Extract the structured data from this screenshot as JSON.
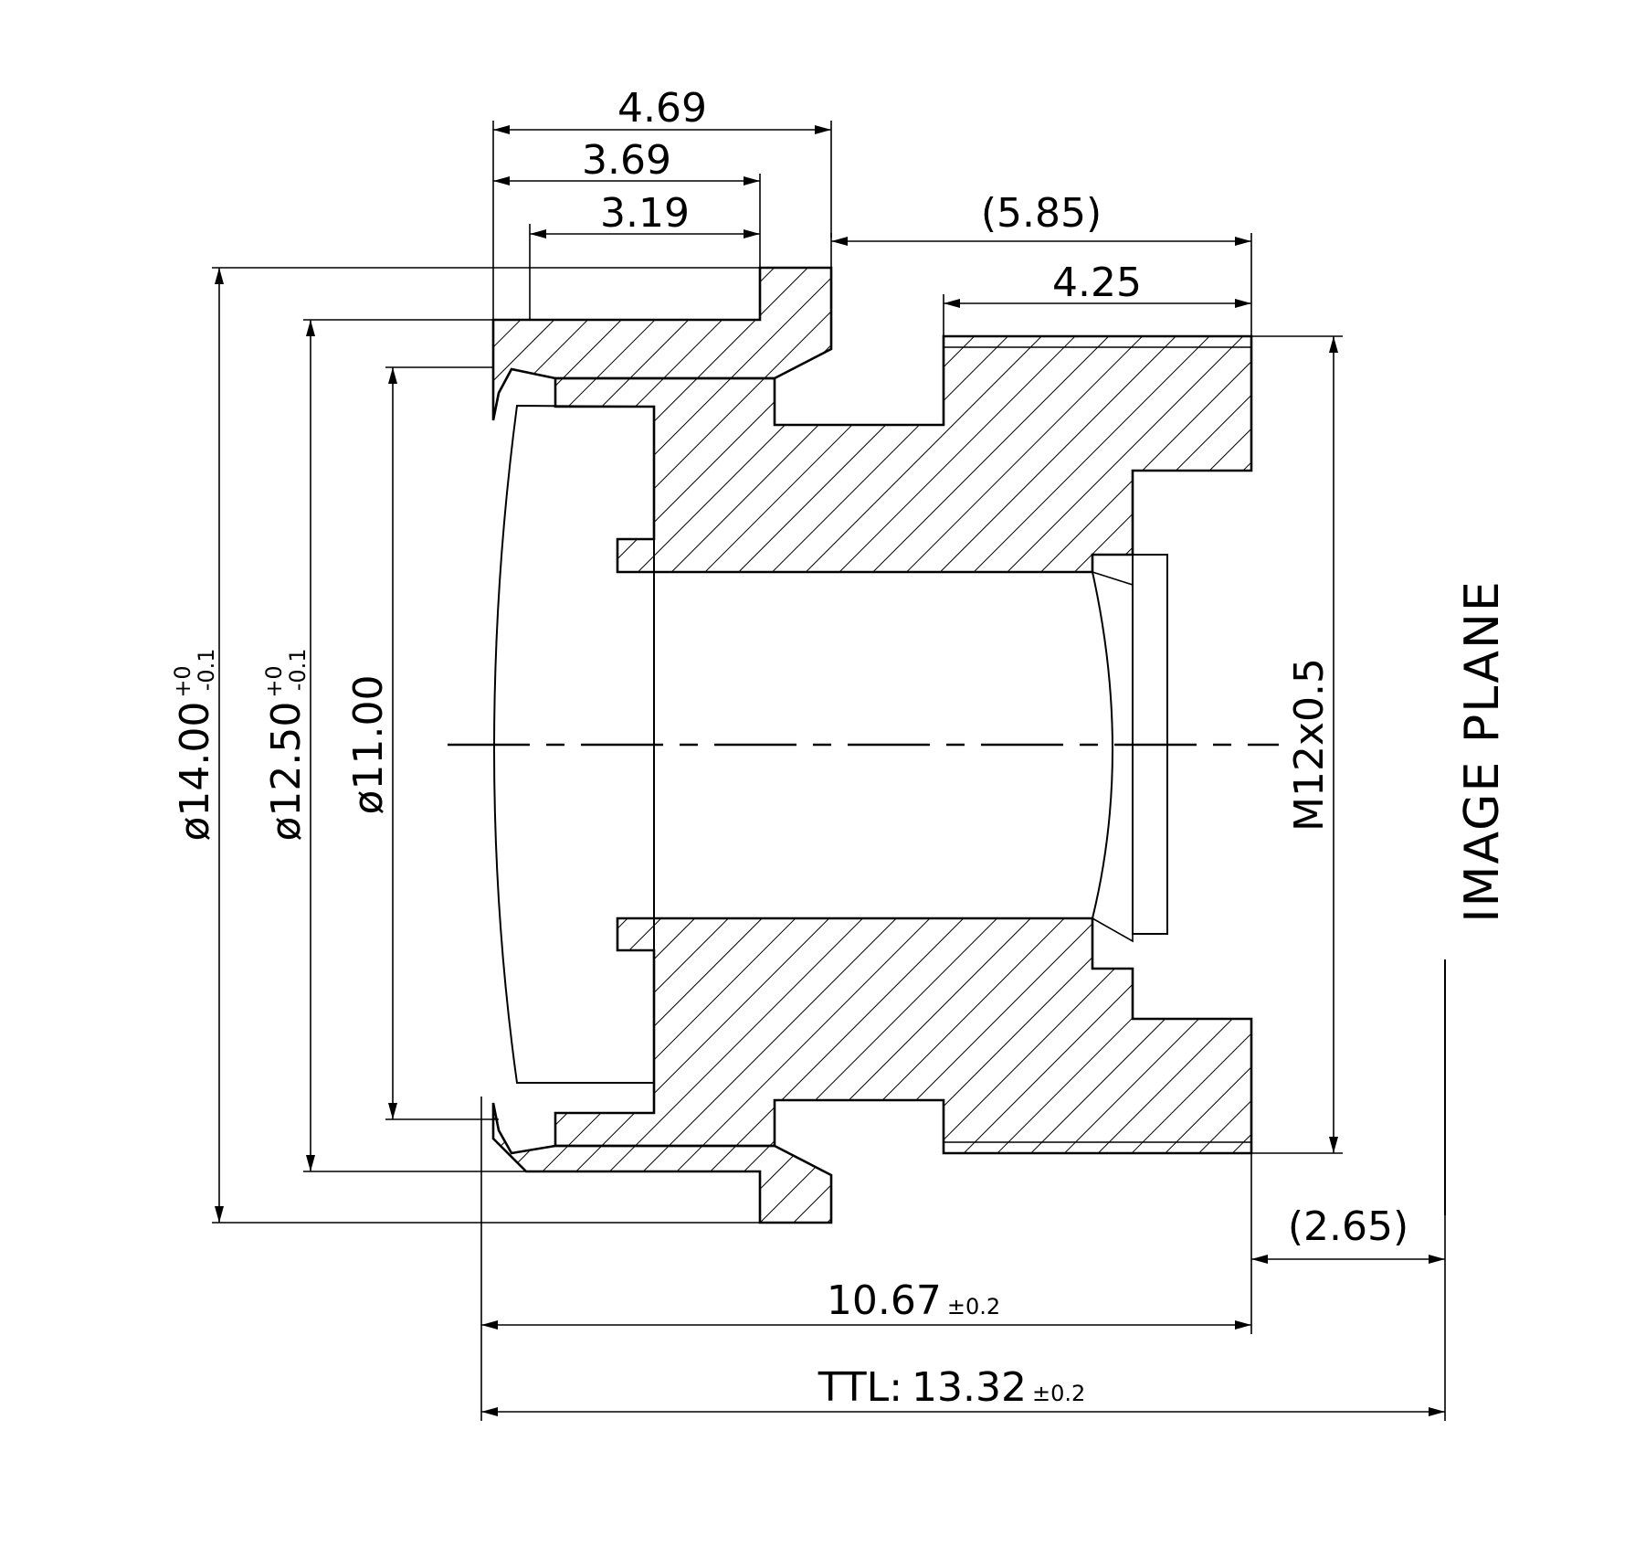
{
  "dimensions": {
    "d469": "4.69",
    "d369": "3.69",
    "d319": "3.19",
    "d585": "(5.85)",
    "d425": "4.25",
    "d265": "(2.65)",
    "d1067": "10.67",
    "d1067_tol": "±0.2",
    "ttl_label": "TTL:",
    "ttl_value": "13.32",
    "ttl_tol": "±0.2"
  },
  "diameters": {
    "dia14": "ø14.00",
    "dia14_tol_upper": "+0",
    "dia14_tol_lower": "-0.1",
    "dia125": "ø12.50",
    "dia125_tol_upper": "+0",
    "dia125_tol_lower": "-0.1",
    "dia11": "ø11.00"
  },
  "thread": "M12x0.5",
  "image_plane": "IMAGE PLANE",
  "colors": {
    "line": "#000000",
    "background": "#ffffff"
  }
}
